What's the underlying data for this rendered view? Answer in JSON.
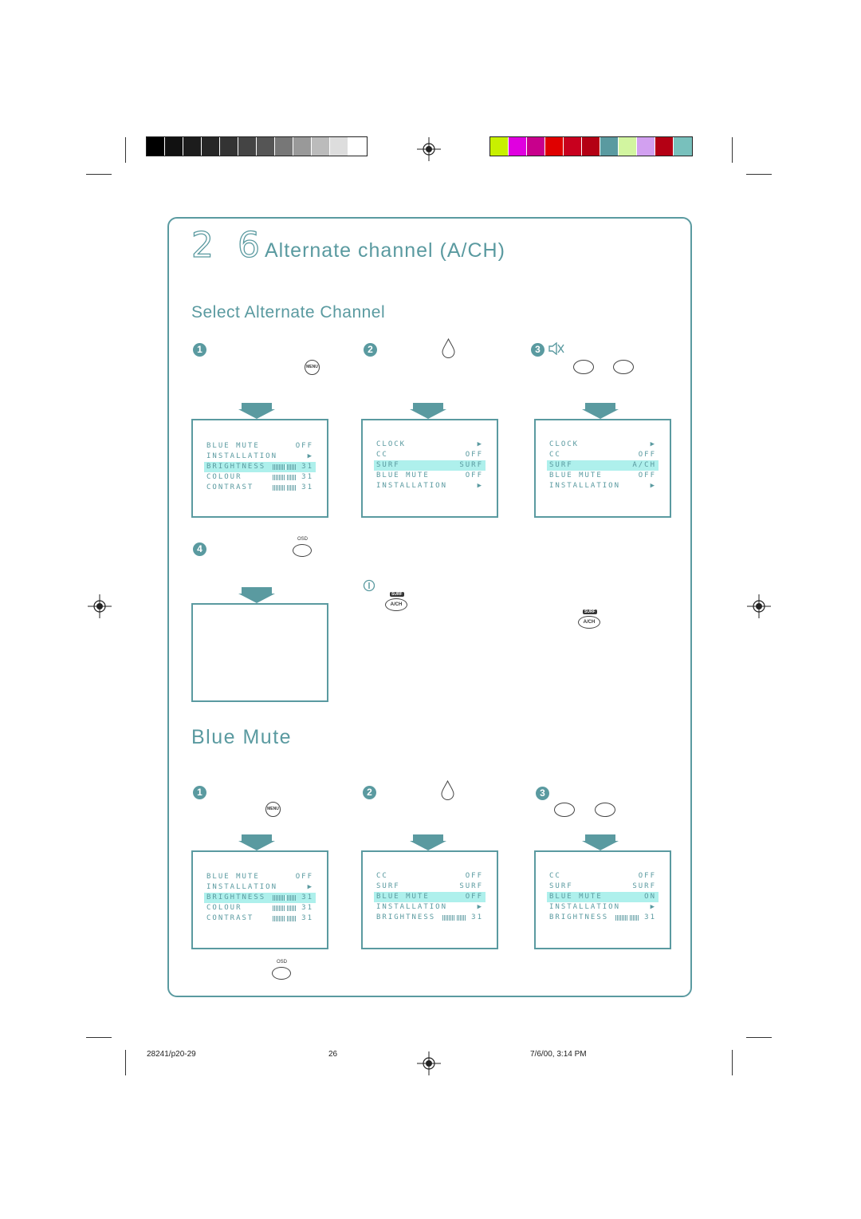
{
  "page": {
    "number": "2 6",
    "title": "Alternate channel (A/CH)"
  },
  "sections": {
    "alt_channel_title": "Select Alternate Channel",
    "blue_mute_title": "Blue Mute"
  },
  "steps": [
    "1",
    "2",
    "3",
    "4"
  ],
  "buttons": {
    "menu": "MENU",
    "osd": "OSD",
    "surf": "SURF",
    "ach": "A/CH",
    "info": "i"
  },
  "menu_labels": {
    "blue_mute": "BLUE MUTE",
    "installation": "INSTALLATION",
    "brightness": "BRIGHTNESS",
    "colour": "COLOUR",
    "contrast": "CONTRAST",
    "clock": "CLOCK",
    "cc": "CC",
    "surf": "SURF"
  },
  "menu_values": {
    "off": "OFF",
    "on": "ON",
    "surf": "SURF",
    "ach": "A/CH",
    "level": "31",
    "arrow": "▶"
  },
  "footer": {
    "job": "28241/p20-29",
    "page": "26",
    "timestamp": "7/6/00, 3:14 PM"
  },
  "colors": {
    "accent": "#5a9aa0",
    "highlight": "#aef0ec"
  },
  "icons": [
    "mute-icon",
    "info-icon",
    "down-arrow-icon",
    "registration-mark-icon"
  ]
}
